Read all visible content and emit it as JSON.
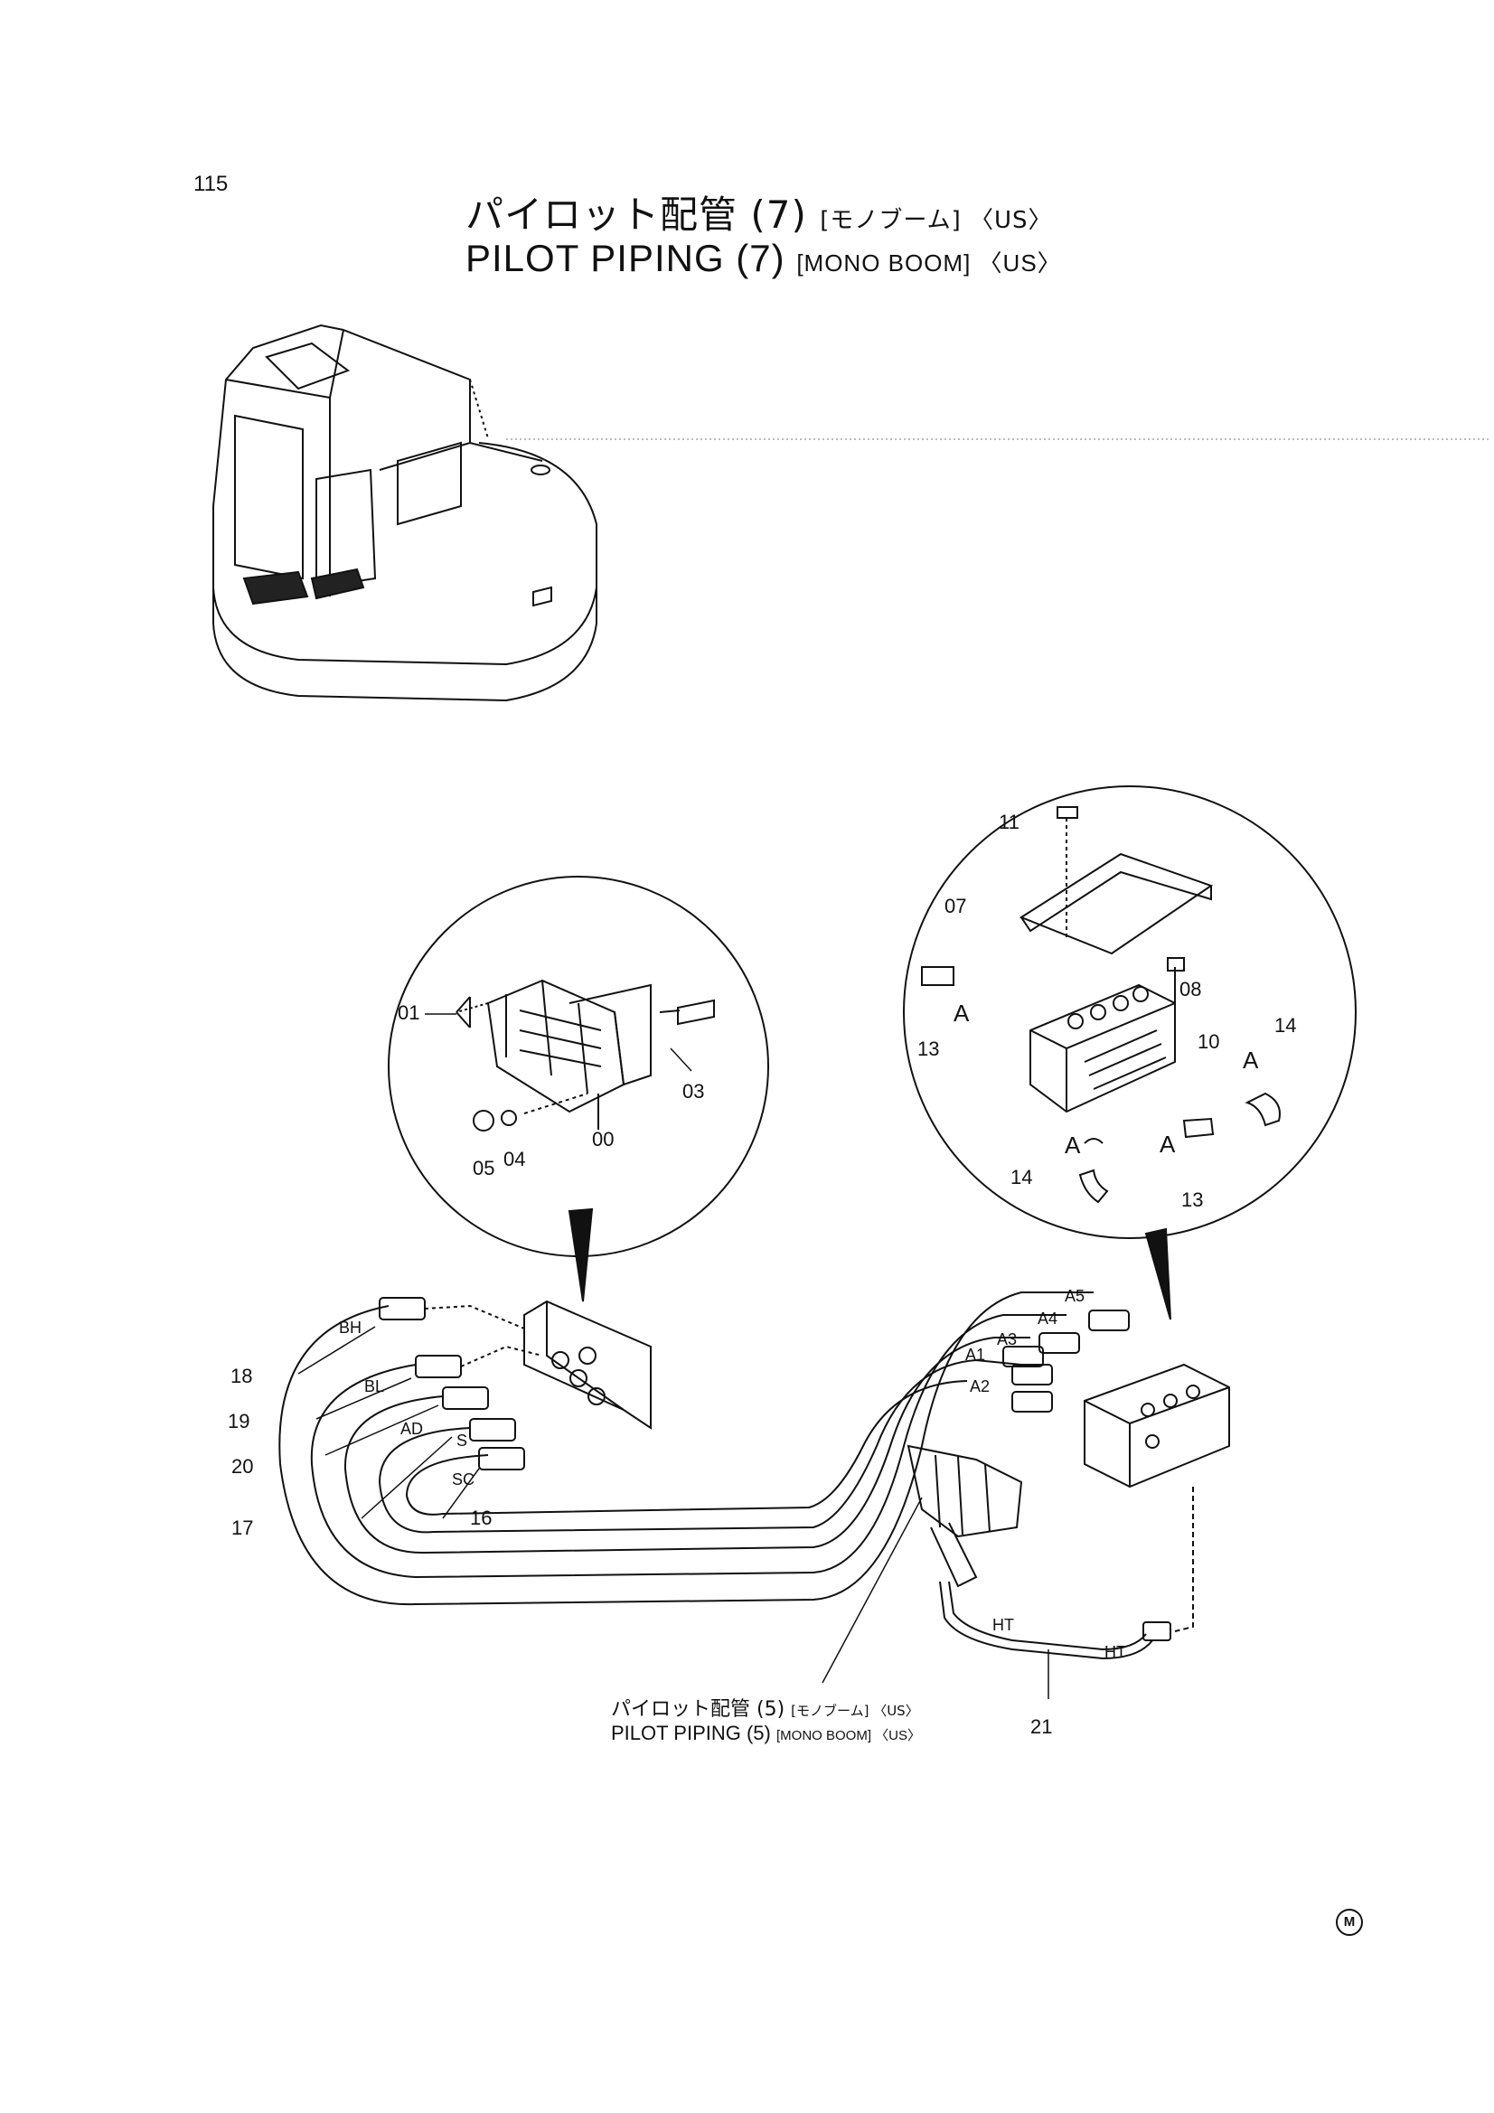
{
  "page_number": "115",
  "title": {
    "jp_main": "パイロット配管 (7)",
    "jp_sub": "[モノブーム] 〈US〉",
    "en_main": "PILOT PIPING (7)",
    "en_sub": "[MONO BOOM] 〈US〉"
  },
  "reference": {
    "jp_main": "パイロット配管 (5)",
    "jp_sub": "[モノブーム] 〈US〉",
    "en_main": "PILOT PIPING (5)",
    "en_sub": "[MONO BOOM] 〈US〉"
  },
  "left_detail_callouts": [
    "01",
    "03",
    "00",
    "04",
    "05"
  ],
  "right_detail_callouts": [
    "11",
    "07",
    "08",
    "10",
    "14",
    "13",
    "A",
    "A",
    "A",
    "A",
    "14",
    "13"
  ],
  "main_callouts": [
    "18",
    "19",
    "20",
    "17",
    "16",
    "21"
  ],
  "port_labels": [
    "BH",
    "BL",
    "AD",
    "S",
    "SC",
    "A5",
    "A4",
    "A3",
    "A1",
    "A2",
    "HT",
    "HT"
  ],
  "footer_marker": "M"
}
